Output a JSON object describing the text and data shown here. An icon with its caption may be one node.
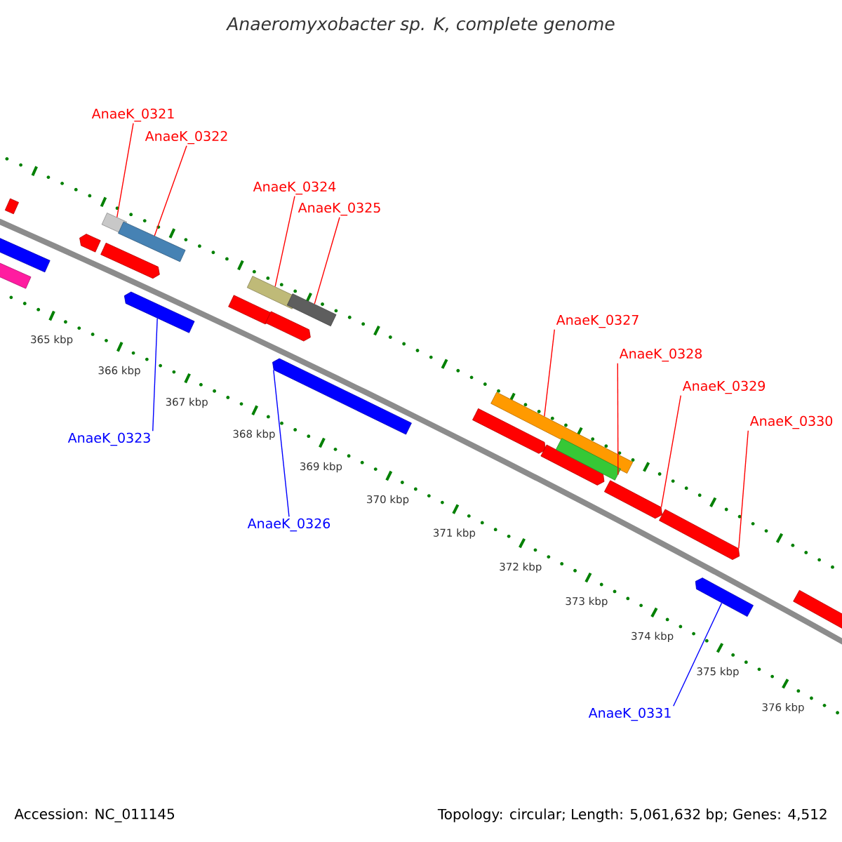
{
  "diagram": {
    "title": "Anaeromyxobacter sp. K, complete genome",
    "nodes": [
      {
        "text": [
          "AnaeK_0321"
        ]
      },
      {
        "text": [
          "AnaeK_0322"
        ]
      },
      {
        "text": [
          "AnaeK_0324"
        ]
      },
      {
        "text": [
          "AnaeK_0325"
        ]
      },
      {
        "text": [
          "AnaeK_0327"
        ]
      },
      {
        "text": [
          "AnaeK_0328"
        ]
      },
      {
        "text": [
          "AnaeK_0329"
        ]
      },
      {
        "text": [
          "AnaeK_0330"
        ]
      },
      {
        "text": [
          "AnaeK_0323"
        ]
      },
      {
        "text": [
          "AnaeK_0326"
        ]
      },
      {
        "text": [
          "AnaeK_0331"
        ]
      },
      {
        "text": [],
        "shape": "box"
      },
      {
        "text": [],
        "shape": "box"
      },
      {
        "text": [],
        "shape": "box"
      },
      {
        "text": [],
        "shape": "pentagon"
      },
      {
        "text": [],
        "shape": "box"
      },
      {
        "text": [],
        "shape": "pentagon"
      },
      {
        "text": [],
        "shape": "box"
      },
      {
        "text": [],
        "shape": "pentagon"
      },
      {
        "text": [],
        "shape": "pentagon"
      },
      {
        "text": [],
        "shape": "box"
      },
      {
        "text": [],
        "shape": "pentagon"
      },
      {
        "text": [],
        "shape": "box"
      },
      {
        "text": [],
        "shape": "pentagon"
      },
      {
        "text": [],
        "shape": "pentagon"
      },
      {
        "text": [],
        "shape": "box"
      },
      {
        "text": [],
        "shape": "pentagon"
      },
      {
        "text": [],
        "shape": "box"
      },
      {
        "text": [],
        "shape": "pentagon"
      },
      {
        "text": [],
        "shape": "pentagon"
      },
      {
        "text": [],
        "shape": "pentagon"
      },
      {
        "text": [],
        "shape": "pentagon"
      }
    ],
    "edges": [
      {
        "from": 0,
        "to": 15,
        "arrow": "none"
      },
      {
        "from": 1,
        "to": 17,
        "arrow": "none"
      },
      {
        "from": 2,
        "to": 20,
        "arrow": "none"
      },
      {
        "from": 3,
        "to": 22,
        "arrow": "none"
      },
      {
        "from": 4,
        "to": 25,
        "arrow": "none"
      },
      {
        "from": 5,
        "to": 27,
        "arrow": "none"
      },
      {
        "from": 6,
        "to": 28,
        "arrow": "none"
      },
      {
        "from": 7,
        "to": 29,
        "arrow": "none"
      },
      {
        "from": 8,
        "to": 18,
        "arrow": "none",
        "color": "#0000ff"
      },
      {
        "from": 9,
        "to": 23,
        "arrow": "none",
        "color": "#0000ff"
      },
      {
        "from": 10,
        "to": 30,
        "arrow": "none",
        "color": "#0000ff"
      }
    ],
    "labels": [
      "365 kbp",
      "366 kbp",
      "367 kbp",
      "368 kbp",
      "369 kbp",
      "370 kbp",
      "371 kbp",
      "372 kbp",
      "373 kbp",
      "374 kbp",
      "375 kbp",
      "376 kbp",
      "Accession: NC_011145",
      "Topology: circular; Length: 5,061,632 bp; Genes: 4,512"
    ]
  }
}
